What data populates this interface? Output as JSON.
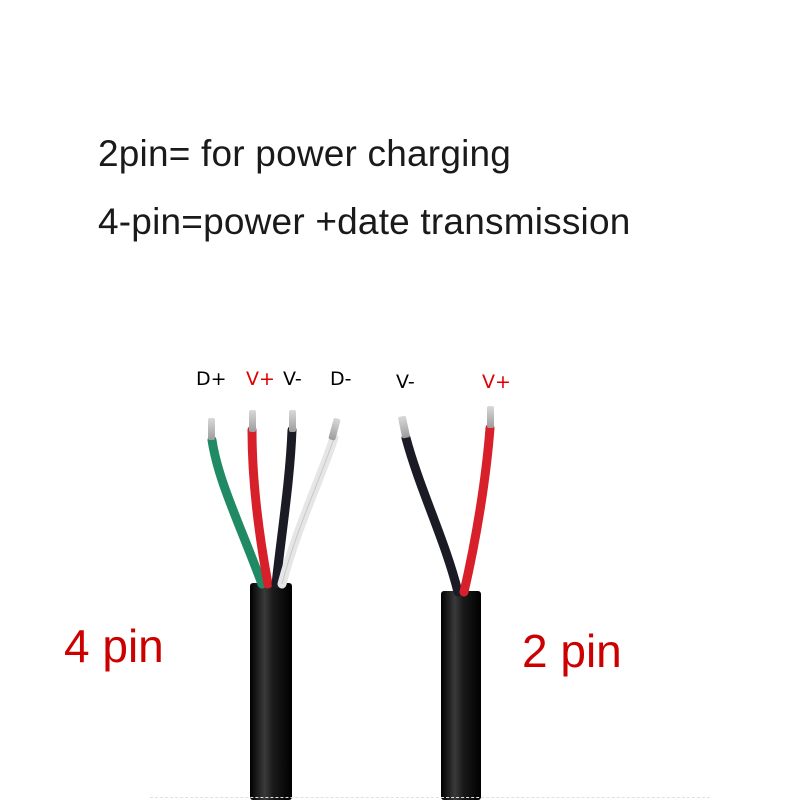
{
  "headline": {
    "line1": "2pin= for power charging",
    "line2": "4-pin=power +date transmission"
  },
  "four_pin": {
    "label": "4 pin",
    "pins": [
      {
        "label": "D+",
        "color": "#000000",
        "wire": "green"
      },
      {
        "label": "V+",
        "color": "#e00000",
        "wire": "red"
      },
      {
        "label": "V-",
        "color": "#000000",
        "wire": "black"
      },
      {
        "label": "D-",
        "color": "#000000",
        "wire": "white"
      }
    ]
  },
  "two_pin": {
    "label": "2 pin",
    "pins": [
      {
        "label": "V-",
        "color": "#000000",
        "wire": "black"
      },
      {
        "label": "V+",
        "color": "#e00000",
        "wire": "red"
      }
    ]
  },
  "colors": {
    "label_red": "#cc0000",
    "wire_green": "#1f8a63",
    "wire_red": "#d8202a",
    "wire_black": "#1b1b26",
    "wire_white": "#e9e9e9",
    "jacket": "#1c1c1c"
  }
}
